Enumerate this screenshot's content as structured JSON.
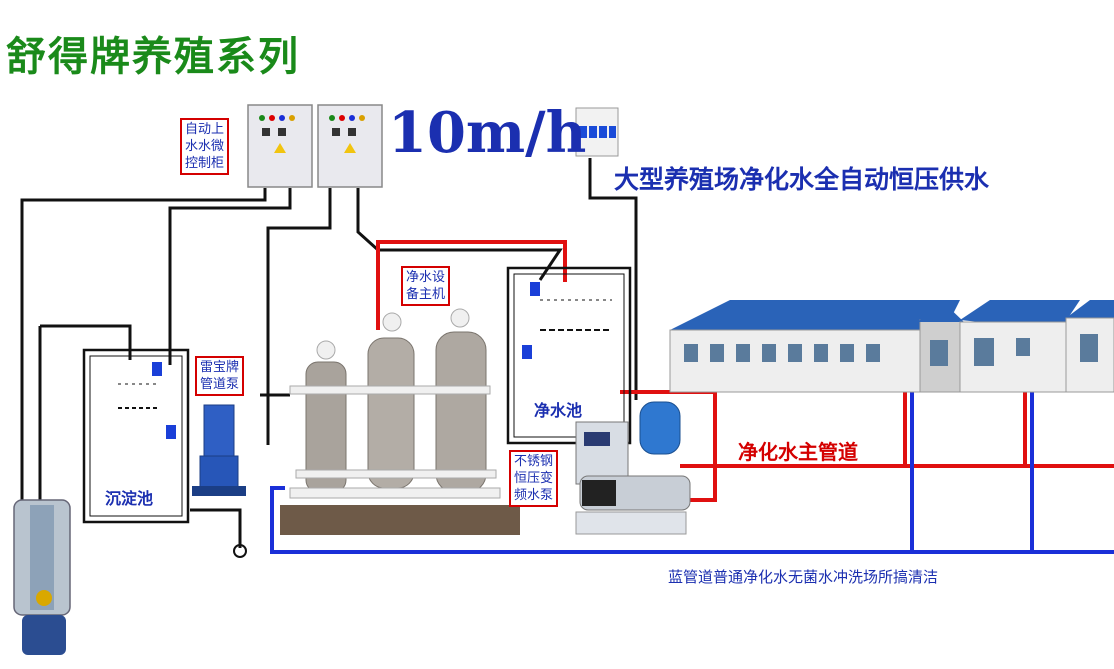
{
  "title": "舒得牌养殖系列",
  "flow_rate": "10m/h",
  "subtitle": "大型养殖场净化水全自动恒压供水",
  "callouts": {
    "control_cabinet": "自动上\n水水微\n控制柜",
    "purifier_host": "净水设\n备主机",
    "pipeline_pump": "雷宝牌\n管道泵",
    "vfd_pump": "不锈钢\n恒压变\n频水泵"
  },
  "pools": {
    "sedimentation": "沉淀池",
    "clean_water": "净水池"
  },
  "pipes": {
    "main_red": "净化水主管道",
    "blue_note": "蓝管道普通净化水无菌水冲洗场所搞清洁"
  },
  "colors": {
    "title_green": "#1a8a1a",
    "text_blue": "#1b2fb0",
    "pipe_red": "#e01010",
    "pipe_blue": "#1a2fd8",
    "wire_black": "#111111",
    "callout_border": "#d40000"
  }
}
